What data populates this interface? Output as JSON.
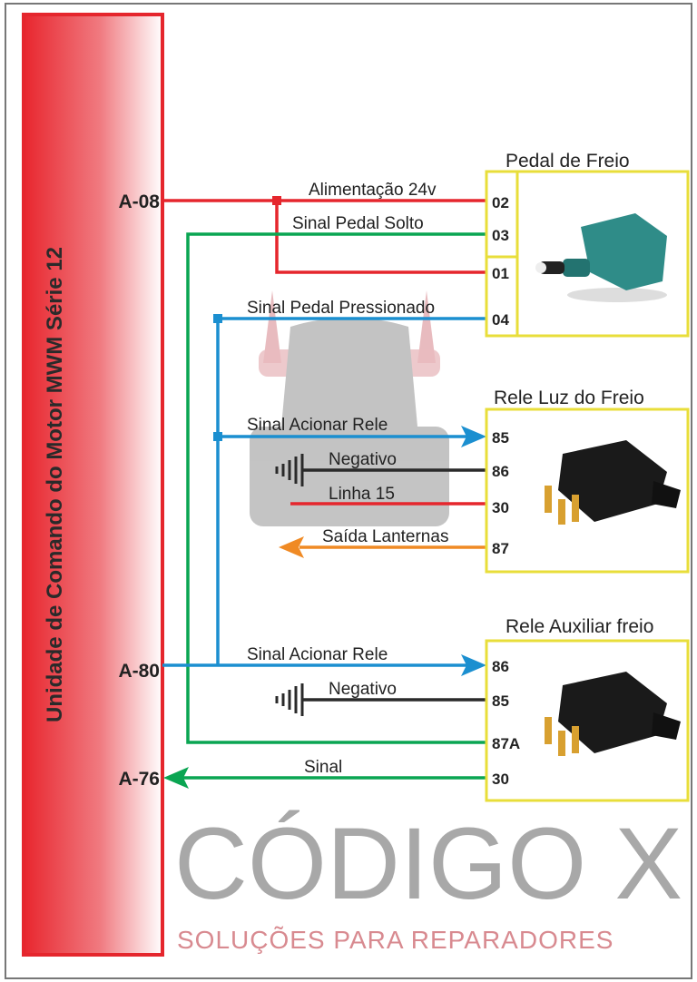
{
  "ecu": {
    "label": "Unidade de Comando do Motor MWM Série 12",
    "connectors": [
      "A-08",
      "A-80",
      "A-76"
    ]
  },
  "pedal": {
    "title": "Pedal de Freio",
    "pins": [
      "02",
      "03",
      "01",
      "04"
    ]
  },
  "rele_luz": {
    "title": "Rele Luz do Freio",
    "pins": [
      "85",
      "86",
      "30",
      "87"
    ]
  },
  "rele_aux": {
    "title": "Rele Auxiliar freio",
    "pins": [
      "86",
      "85",
      "87A",
      "30"
    ]
  },
  "wires": {
    "alimentacao": "Alimentação 24v",
    "pedal_solto": "Sinal Pedal Solto",
    "pedal_pressionado": "Sinal Pedal Pressionado",
    "acionar_rele_1": "Sinal Acionar Rele",
    "negativo_1": "Negativo",
    "linha15": "Linha 15",
    "saida_lanternas": "Saída Lanternas",
    "acionar_rele_2": "Sinal Acionar Rele",
    "negativo_2": "Negativo",
    "sinal": "Sinal"
  },
  "watermark": {
    "brand": "CÓDIGO X",
    "tagline": "SOLUÇÕES PARA REPARADORES"
  },
  "colors": {
    "red": "#e5262d",
    "green": "#0aa552",
    "blue": "#1b8fd0",
    "orange": "#f08a24",
    "black": "#2a2a2a",
    "yellow": "#e8de3a"
  }
}
